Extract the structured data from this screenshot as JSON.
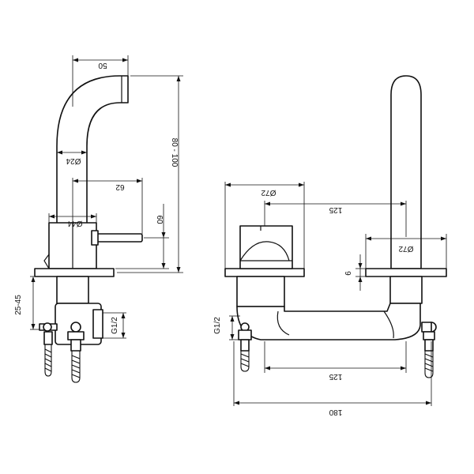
{
  "drawing": {
    "left_view": {
      "dim_spout_reach": "50",
      "dim_spout_dia": "Ø24",
      "dim_height": "80 - 100",
      "dim_handle_len": "62",
      "dim_body_dia": "Ø44",
      "dim_handle_height": "60",
      "dim_deck_thickness": "25-45",
      "dim_thread": "G1/2"
    },
    "right_view": {
      "dim_handle_rose_dia": "Ø72",
      "dim_centers_top": "125",
      "dim_spout_rose_dia": "Ø72",
      "dim_rose_height": "6",
      "dim_thread": "G1/2",
      "dim_centers_bottom": "125",
      "dim_overall": "180"
    }
  }
}
